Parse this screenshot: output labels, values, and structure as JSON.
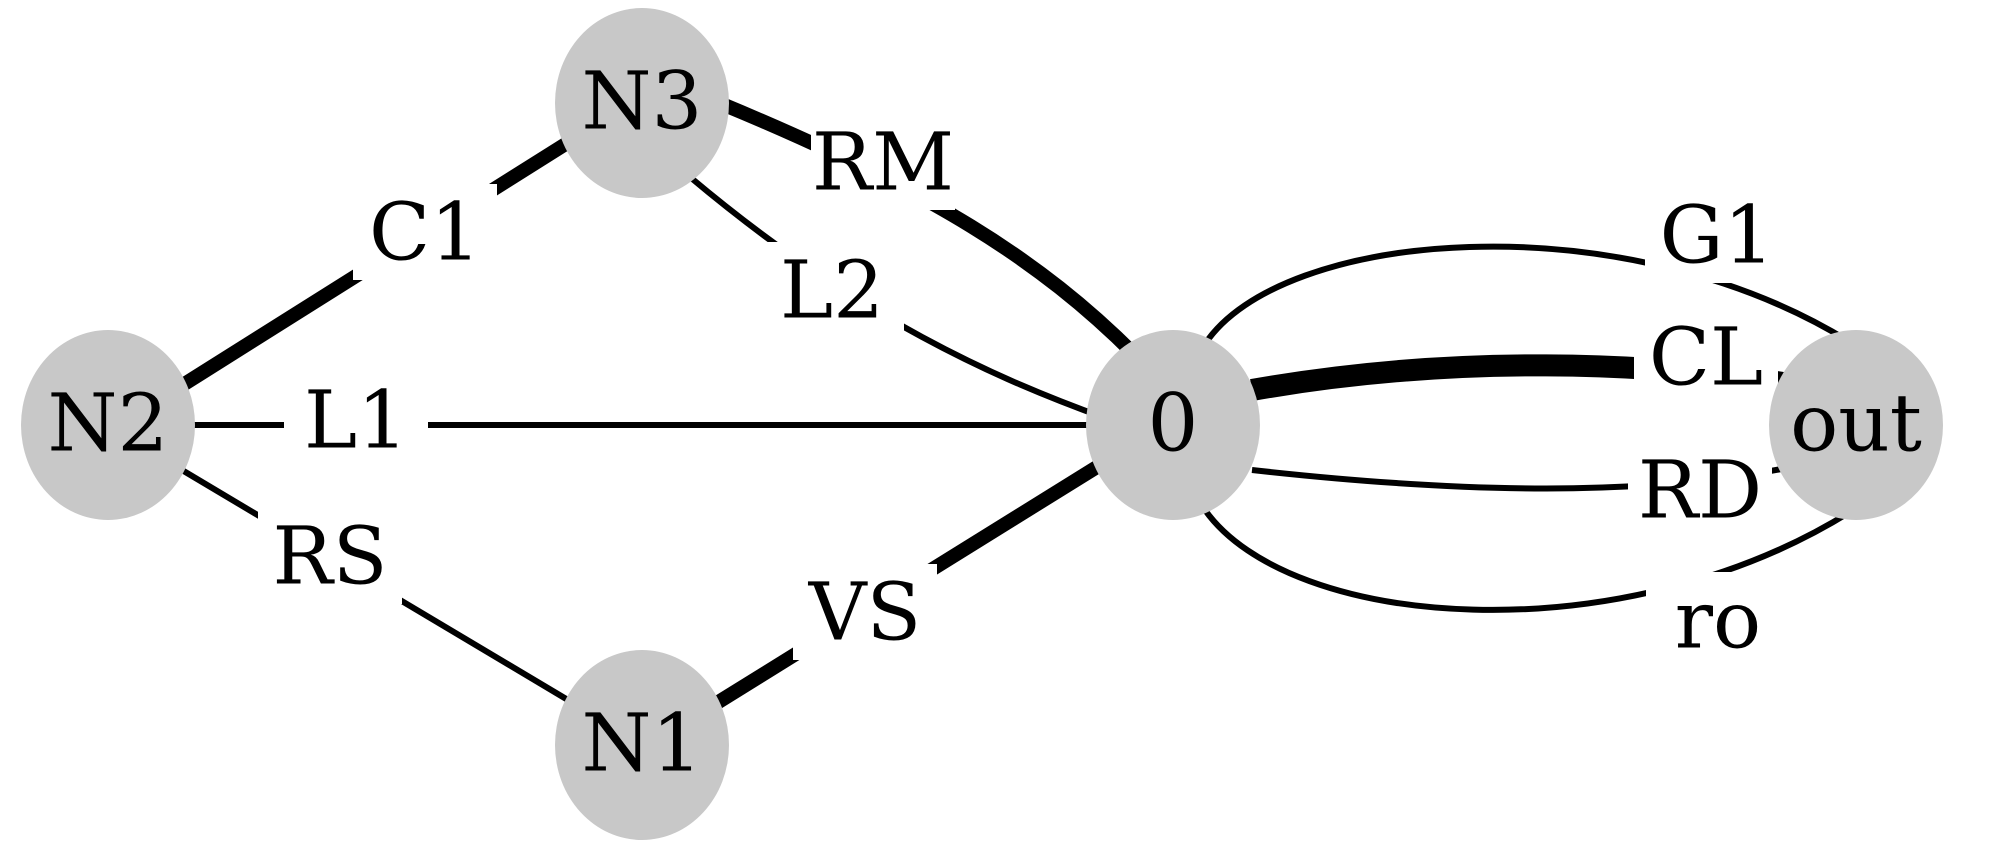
{
  "diagram": {
    "nodes": [
      {
        "id": "N3",
        "label": "N3"
      },
      {
        "id": "N2",
        "label": "N2"
      },
      {
        "id": "N1",
        "label": "N1"
      },
      {
        "id": "0",
        "label": "0"
      },
      {
        "id": "out",
        "label": "out"
      }
    ],
    "edges": [
      {
        "id": "C1",
        "label": "C1",
        "from": "N2",
        "to": "N3",
        "weight": "heavy"
      },
      {
        "id": "RM",
        "label": "RM",
        "from": "N3",
        "to": "0",
        "weight": "heavy"
      },
      {
        "id": "L2",
        "label": "L2",
        "from": "N3",
        "to": "0",
        "weight": "thin"
      },
      {
        "id": "L1",
        "label": "L1",
        "from": "N2",
        "to": "0",
        "weight": "thin"
      },
      {
        "id": "RS",
        "label": "RS",
        "from": "N2",
        "to": "N1",
        "weight": "thin"
      },
      {
        "id": "VS",
        "label": "VS",
        "from": "N1",
        "to": "0",
        "weight": "heavy"
      },
      {
        "id": "G1",
        "label": "G1",
        "from": "0",
        "to": "out",
        "weight": "thin"
      },
      {
        "id": "CL",
        "label": "CL",
        "from": "0",
        "to": "out",
        "weight": "heaviest"
      },
      {
        "id": "RD",
        "label": "RD",
        "from": "0",
        "to": "out",
        "weight": "thin"
      },
      {
        "id": "ro",
        "label": "ro",
        "from": "0",
        "to": "out",
        "weight": "thin"
      }
    ],
    "colors": {
      "node_fill": "#c8c8c8",
      "edge": "#000000",
      "background": "#ffffff"
    }
  }
}
